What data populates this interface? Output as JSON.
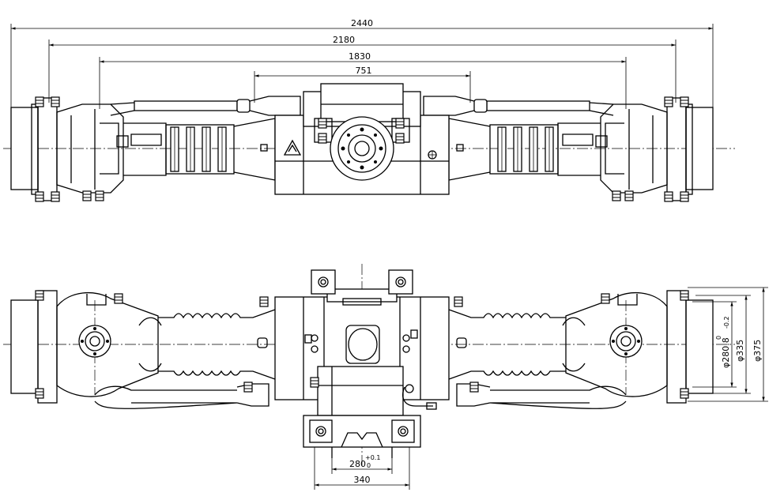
{
  "dimensions": {
    "overall_length": "2440",
    "flange_span": "2180",
    "spring_seat_span": "1830",
    "housing_width": "751",
    "diameter_280": "φ280.8",
    "diameter_280_tol_upper": "0",
    "diameter_280_tol_lower": "-0.2",
    "diameter_335": "φ335",
    "diameter_375": "φ375",
    "mount_280": "280",
    "mount_280_tol_upper": "+0.1",
    "mount_280_tol_lower": "0",
    "mount_340": "340"
  },
  "colors": {
    "line": "#000000",
    "background": "#ffffff"
  }
}
